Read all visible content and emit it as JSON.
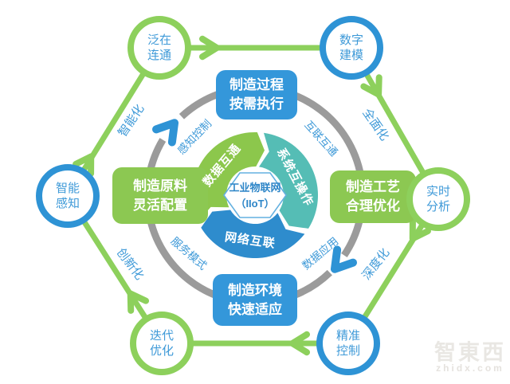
{
  "diagram": {
    "center_label": "工业物联网\n（IIoT）",
    "rosette": [
      {
        "label": "数据互通"
      },
      {
        "label": "系统互操作"
      },
      {
        "label": "网络互联"
      }
    ],
    "ring_labels": [
      {
        "label": "感知控制"
      },
      {
        "label": "互联互通"
      },
      {
        "label": "数据应用"
      },
      {
        "label": "服务模式"
      }
    ],
    "boxes": [
      {
        "label": "制造过程\n按需执行"
      },
      {
        "label": "制造工艺\n合理优化"
      },
      {
        "label": "制造环境\n快速适应"
      },
      {
        "label": "制造原料\n灵活配置"
      }
    ],
    "nodes": [
      {
        "label": "泛在\n连通"
      },
      {
        "label": "数字\n建模"
      },
      {
        "label": "实时\n分析"
      },
      {
        "label": "精准\n控制"
      },
      {
        "label": "迭代\n优化"
      },
      {
        "label": "智能\n感知"
      }
    ],
    "edge_labels": [
      {
        "label": "智能化"
      },
      {
        "label": "全面化"
      },
      {
        "label": "深度化"
      },
      {
        "label": "创新化"
      }
    ]
  },
  "watermark": {
    "logo": "智東西",
    "site": "zhidx.com"
  },
  "colors": {
    "green": "#8dd05c",
    "green_fill": "#8cc852",
    "blue": "#2e93d5",
    "blue_fill": "#3497da",
    "teal": "#55bdb5",
    "rosette_blue": "#2e8ccd",
    "rosette_green": "#8cc74c",
    "ring_gray": "#9b9b9b",
    "label_blue": "#3f9ad8",
    "center_text_blue": "#2e86c8",
    "hex_border_blue": "#64b1e0"
  }
}
